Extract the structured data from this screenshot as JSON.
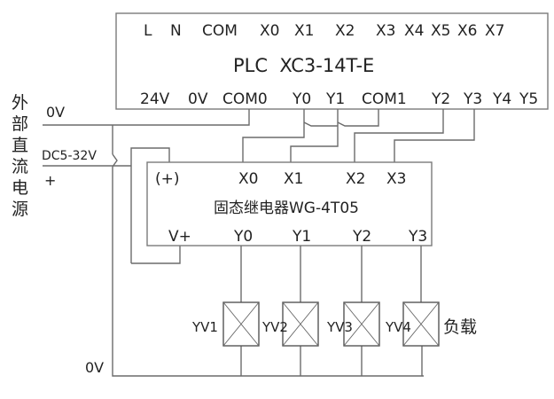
{
  "plc": {
    "model": "PLC  XC3-14T-E",
    "top_terminals": [
      "L",
      "N",
      "COM",
      "X0",
      "X1",
      "X2",
      "X3",
      "X4",
      "X5",
      "X6",
      "X7"
    ],
    "bottom_terminals": [
      "24V",
      "0V",
      "COM0",
      "Y0",
      "Y1",
      "COM1",
      "Y2",
      "Y3",
      "Y4",
      "Y5"
    ]
  },
  "relay": {
    "model": "固态继电器WG-4T05",
    "plus_label": "(+)",
    "input_terminals": [
      "X0",
      "X1",
      "X2",
      "X3"
    ],
    "vplus_label": "V+",
    "output_terminals": [
      "Y0",
      "Y1",
      "Y2",
      "Y3"
    ]
  },
  "power": {
    "vertical_label": [
      "外",
      "部",
      "直",
      "流",
      "电",
      "源"
    ],
    "zero_v_label": "0V",
    "range_label": "DC5-32V",
    "plus_label": "+",
    "bottom_zero_v_label": "0V"
  },
  "loads": {
    "items": [
      "YV1",
      "YV2",
      "YV3",
      "YV4"
    ],
    "group_label": "负载"
  }
}
